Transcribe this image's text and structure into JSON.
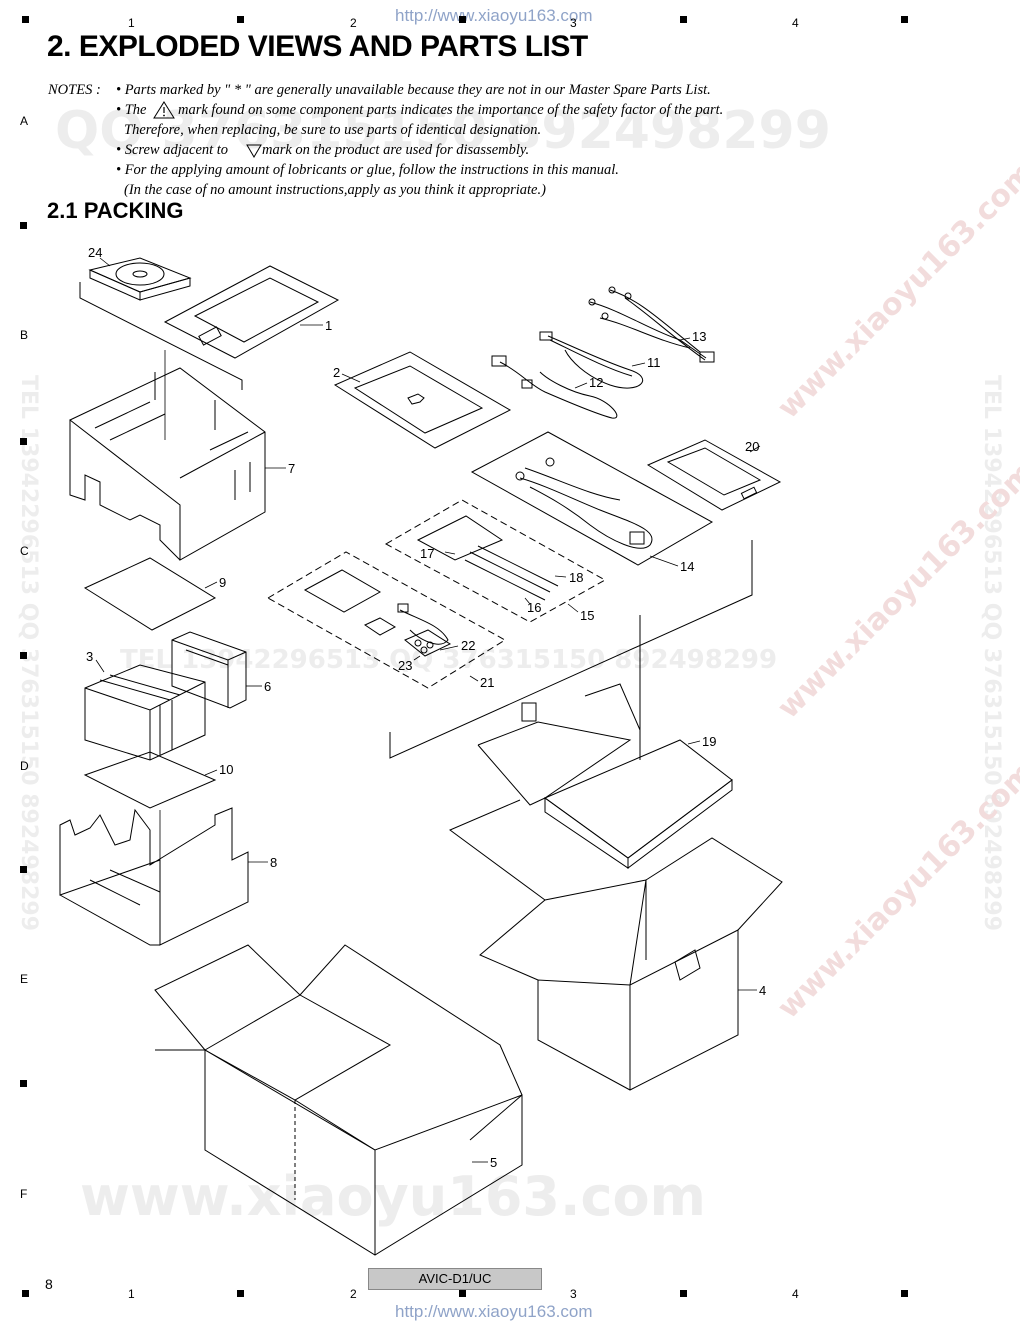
{
  "watermark": {
    "url_top": "http://www.xiaoyu163.com",
    "url_bottom": "http://www.xiaoyu163.com",
    "qq_top": "QQ 376315150 892498299",
    "qq_mid": "TEL 13942296513 QQ 376315150 892498299",
    "site_bottom": "www.xiaoyu163.com",
    "side_right": "TEL 13942296513 QQ 376315150 892498299",
    "side_left": "TEL 13942296513 QQ 376315150 892498299",
    "diag_1": "www.xiaoyu163.com",
    "diag_2": "www.xiaoyu163.com",
    "diag_3": "www.xiaoyu163.com"
  },
  "grid": {
    "columns": [
      "1",
      "2",
      "3",
      "4"
    ],
    "rows": [
      "A",
      "B",
      "C",
      "D",
      "E",
      "F"
    ]
  },
  "title": "2. EXPLODED VIEWS AND PARTS LIST",
  "notes": {
    "label": "NOTES :",
    "line1": "• Parts marked by  \" * \"  are generally unavailable because they are not in our Master Spare Parts List.",
    "line2a": "• The",
    "line2b": "mark found on some component parts indicates the importance of the safety factor of the part.",
    "line3": "Therefore, when replacing, be sure to use parts of identical designation.",
    "line4a": "• Screw adjacent to",
    "line4b": "mark on the product are used for disassembly.",
    "line5": "• For the applying amount of lobricants or glue, follow the instructions in this manual.",
    "line6": "(In the case of no amount instructions,apply as you think it appropriate.)"
  },
  "section_title": "2.1  PACKING",
  "callouts": [
    "1",
    "2",
    "3",
    "4",
    "5",
    "6",
    "7",
    "8",
    "9",
    "10",
    "11",
    "12",
    "13",
    "14",
    "15",
    "16",
    "17",
    "18",
    "19",
    "20",
    "21",
    "22",
    "23",
    "24"
  ],
  "footer": {
    "page": "8",
    "model": "AVIC-D1/UC"
  }
}
